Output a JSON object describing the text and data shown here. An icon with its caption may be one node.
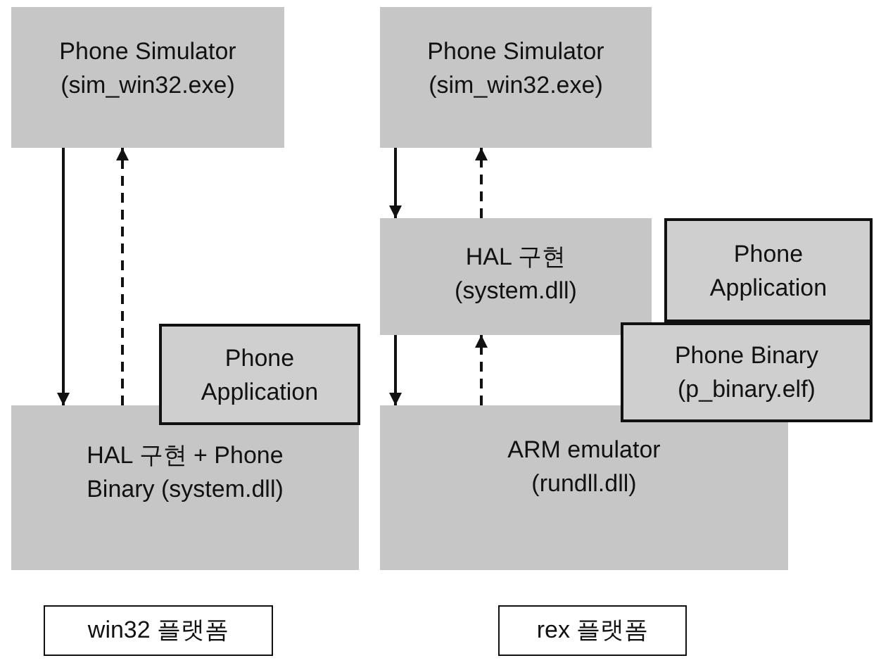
{
  "diagram": {
    "nodes": [
      {
        "text": [
          "Phone Simulator (sim_win32.exe)"
        ]
      },
      {
        "text": [
          "HAL 구현 + Phone Binary (system.dll)"
        ]
      },
      {
        "text": [
          "Phone Application"
        ]
      },
      {
        "text": [
          "Phone Simulator (sim_win32.exe)"
        ]
      },
      {
        "text": [
          "HAL 구현 (system.dll)"
        ]
      },
      {
        "text": [
          "Phone Application"
        ]
      },
      {
        "text": [
          "Phone Binary (p_binary.elf)"
        ]
      },
      {
        "text": [
          "ARM emulator (rundll.dll)"
        ]
      },
      {
        "text": [
          "win32 플랫폼"
        ]
      },
      {
        "text": [
          "rex 플랫폼"
        ]
      }
    ],
    "edges": [
      {
        "from": 0,
        "to": 1,
        "arrow": "to"
      },
      {
        "from": 1,
        "to": 0,
        "arrow": "to",
        "style": "dashed"
      },
      {
        "from": 3,
        "to": 4,
        "arrow": "to"
      },
      {
        "from": 4,
        "to": 3,
        "arrow": "to",
        "style": "dashed"
      },
      {
        "from": 4,
        "to": 7,
        "arrow": "to"
      },
      {
        "from": 7,
        "to": 4,
        "arrow": "to",
        "style": "dashed"
      }
    ]
  }
}
